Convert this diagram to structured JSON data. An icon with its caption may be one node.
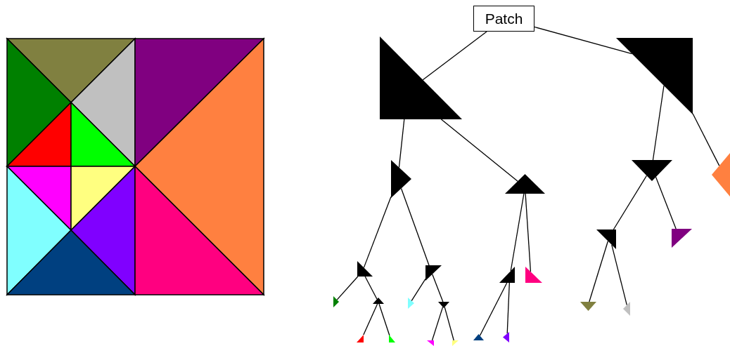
{
  "diagram": {
    "nodes": [
      {
        "text": [
          "Patch"
        ]
      },
      {
        "text": [],
        "shape": "triangle"
      },
      {
        "text": [],
        "shape": "triangle"
      },
      {
        "text": [],
        "shape": "triangle"
      },
      {
        "text": [],
        "shape": "triangle"
      },
      {
        "text": [],
        "shape": "triangle"
      },
      {
        "text": [],
        "shape": "triangle"
      },
      {
        "text": [],
        "shape": "triangle"
      },
      {
        "text": [],
        "shape": "triangle"
      },
      {
        "text": [],
        "shape": "triangle"
      },
      {
        "text": [],
        "shape": "triangle"
      },
      {
        "text": [],
        "shape": "triangle"
      },
      {
        "text": [],
        "shape": "triangle"
      },
      {
        "text": [],
        "shape": "triangle"
      },
      {
        "text": [],
        "shape": "triangle"
      },
      {
        "text": [],
        "shape": "triangle"
      },
      {
        "text": [],
        "shape": "triangle"
      },
      {
        "text": [],
        "shape": "triangle"
      },
      {
        "text": [],
        "shape": "triangle"
      },
      {
        "text": [],
        "shape": "triangle"
      },
      {
        "text": [],
        "shape": "triangle"
      },
      {
        "text": [],
        "shape": "triangle"
      },
      {
        "text": [],
        "shape": "triangle"
      },
      {
        "text": [],
        "shape": "triangle"
      },
      {
        "text": [],
        "shape": "triangle"
      }
    ],
    "edges": [
      {
        "from": 0,
        "to": 1,
        "arrow": "none"
      },
      {
        "from": 0,
        "to": 2,
        "arrow": "none"
      },
      {
        "from": 1,
        "to": 3,
        "arrow": "none"
      },
      {
        "from": 1,
        "to": 4,
        "arrow": "none"
      },
      {
        "from": 3,
        "to": 5,
        "arrow": "none"
      },
      {
        "from": 3,
        "to": 6,
        "arrow": "none"
      },
      {
        "from": 5,
        "to": 7,
        "arrow": "none"
      },
      {
        "from": 5,
        "to": 8,
        "arrow": "none"
      },
      {
        "from": 8,
        "to": 9,
        "arrow": "none"
      },
      {
        "from": 8,
        "to": 10,
        "arrow": "none"
      },
      {
        "from": 6,
        "to": 11,
        "arrow": "none"
      },
      {
        "from": 6,
        "to": 12,
        "arrow": "none"
      },
      {
        "from": 12,
        "to": 13,
        "arrow": "none"
      },
      {
        "from": 12,
        "to": 14,
        "arrow": "none"
      },
      {
        "from": 4,
        "to": 15,
        "arrow": "none"
      },
      {
        "from": 4,
        "to": 16,
        "arrow": "none"
      },
      {
        "from": 15,
        "to": 17,
        "arrow": "none"
      },
      {
        "from": 15,
        "to": 18,
        "arrow": "none"
      },
      {
        "from": 2,
        "to": 19,
        "arrow": "none"
      },
      {
        "from": 2,
        "to": 20,
        "arrow": "none"
      },
      {
        "from": 19,
        "to": 21,
        "arrow": "none"
      },
      {
        "from": 19,
        "to": 22,
        "arrow": "none"
      },
      {
        "from": 21,
        "to": 23,
        "arrow": "none"
      },
      {
        "from": 21,
        "to": 24,
        "arrow": "none"
      }
    ]
  }
}
